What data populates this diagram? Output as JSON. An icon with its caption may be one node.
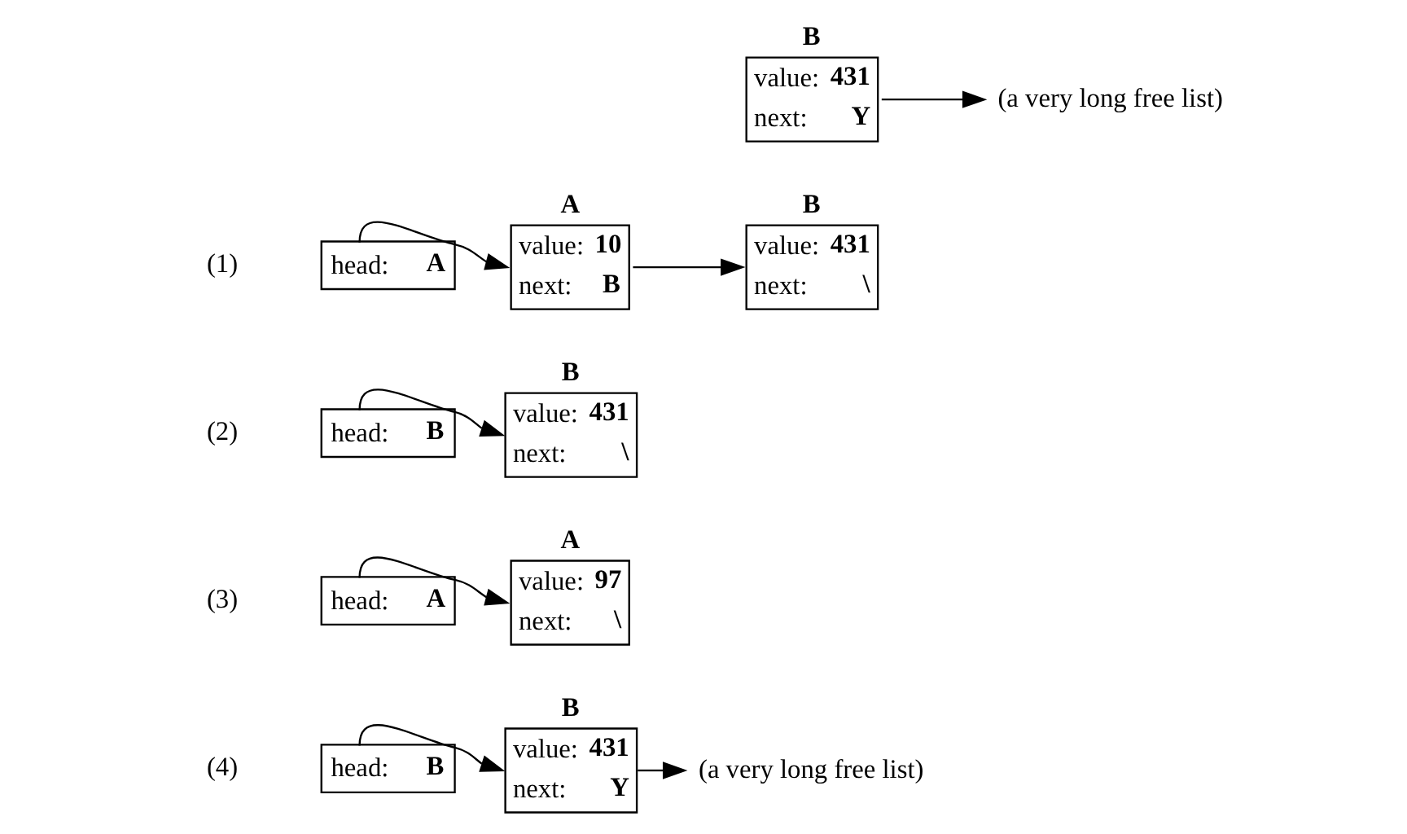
{
  "diagram": {
    "nodes": [
      {
        "text": [
          "head:",
          "A"
        ]
      },
      {
        "text": [
          "A",
          "value:",
          "10",
          "next:",
          "B"
        ]
      },
      {
        "text": [
          "B",
          "value:",
          "431",
          "next:",
          "\\"
        ]
      },
      {
        "text": [
          "head:",
          "B"
        ]
      },
      {
        "text": [
          "B",
          "value:",
          "431",
          "next:",
          "\\"
        ]
      },
      {
        "text": [
          "head:",
          "A"
        ]
      },
      {
        "text": [
          "A",
          "value:",
          "97",
          "next:",
          "\\"
        ]
      },
      {
        "text": [
          "B",
          "value:",
          "431",
          "next:",
          "Y"
        ]
      },
      {
        "text": [
          "(a very long free list)"
        ]
      },
      {
        "text": [
          "head:",
          "B"
        ]
      },
      {
        "text": [
          "B",
          "value:",
          "431",
          "next:",
          "Y"
        ]
      },
      {
        "text": [
          "(a very long free list)"
        ]
      }
    ],
    "edges": [
      {
        "from": 0,
        "to": 1,
        "arrow": "to"
      },
      {
        "from": 1,
        "to": 2,
        "arrow": "to"
      },
      {
        "from": 3,
        "to": 4,
        "arrow": "to"
      },
      {
        "from": 5,
        "to": 6,
        "arrow": "to"
      },
      {
        "from": 7,
        "to": 8,
        "arrow": "to"
      },
      {
        "from": 9,
        "to": 10,
        "arrow": "to"
      },
      {
        "from": 10,
        "to": 11,
        "arrow": "to"
      }
    ],
    "labels": [
      "(1)",
      "(2)",
      "(3)",
      "(4)"
    ]
  }
}
